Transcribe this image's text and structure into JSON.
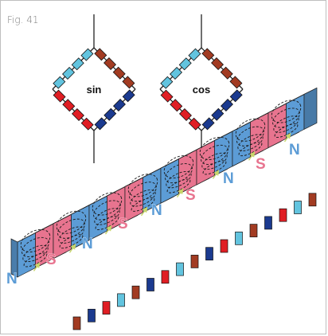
{
  "figure": {
    "label": "Fig. 41"
  },
  "bridges": [
    {
      "label": "sin"
    },
    {
      "label": "cos"
    }
  ],
  "magnet": {
    "poles": [
      "N",
      "S",
      "N",
      "S",
      "N",
      "S",
      "N",
      "S",
      "N"
    ]
  },
  "colors": {
    "north": "#5c9cd6",
    "south": "#e8748f",
    "light_blue": "#62c4df",
    "dark_red": "#a23b22",
    "red": "#e01e24",
    "dark_blue": "#1b3a8f",
    "wire": "#222222"
  },
  "icons": {
    "bridge": "wheatstone-bridge-diamond",
    "field_line": "dashed-ellipse"
  }
}
